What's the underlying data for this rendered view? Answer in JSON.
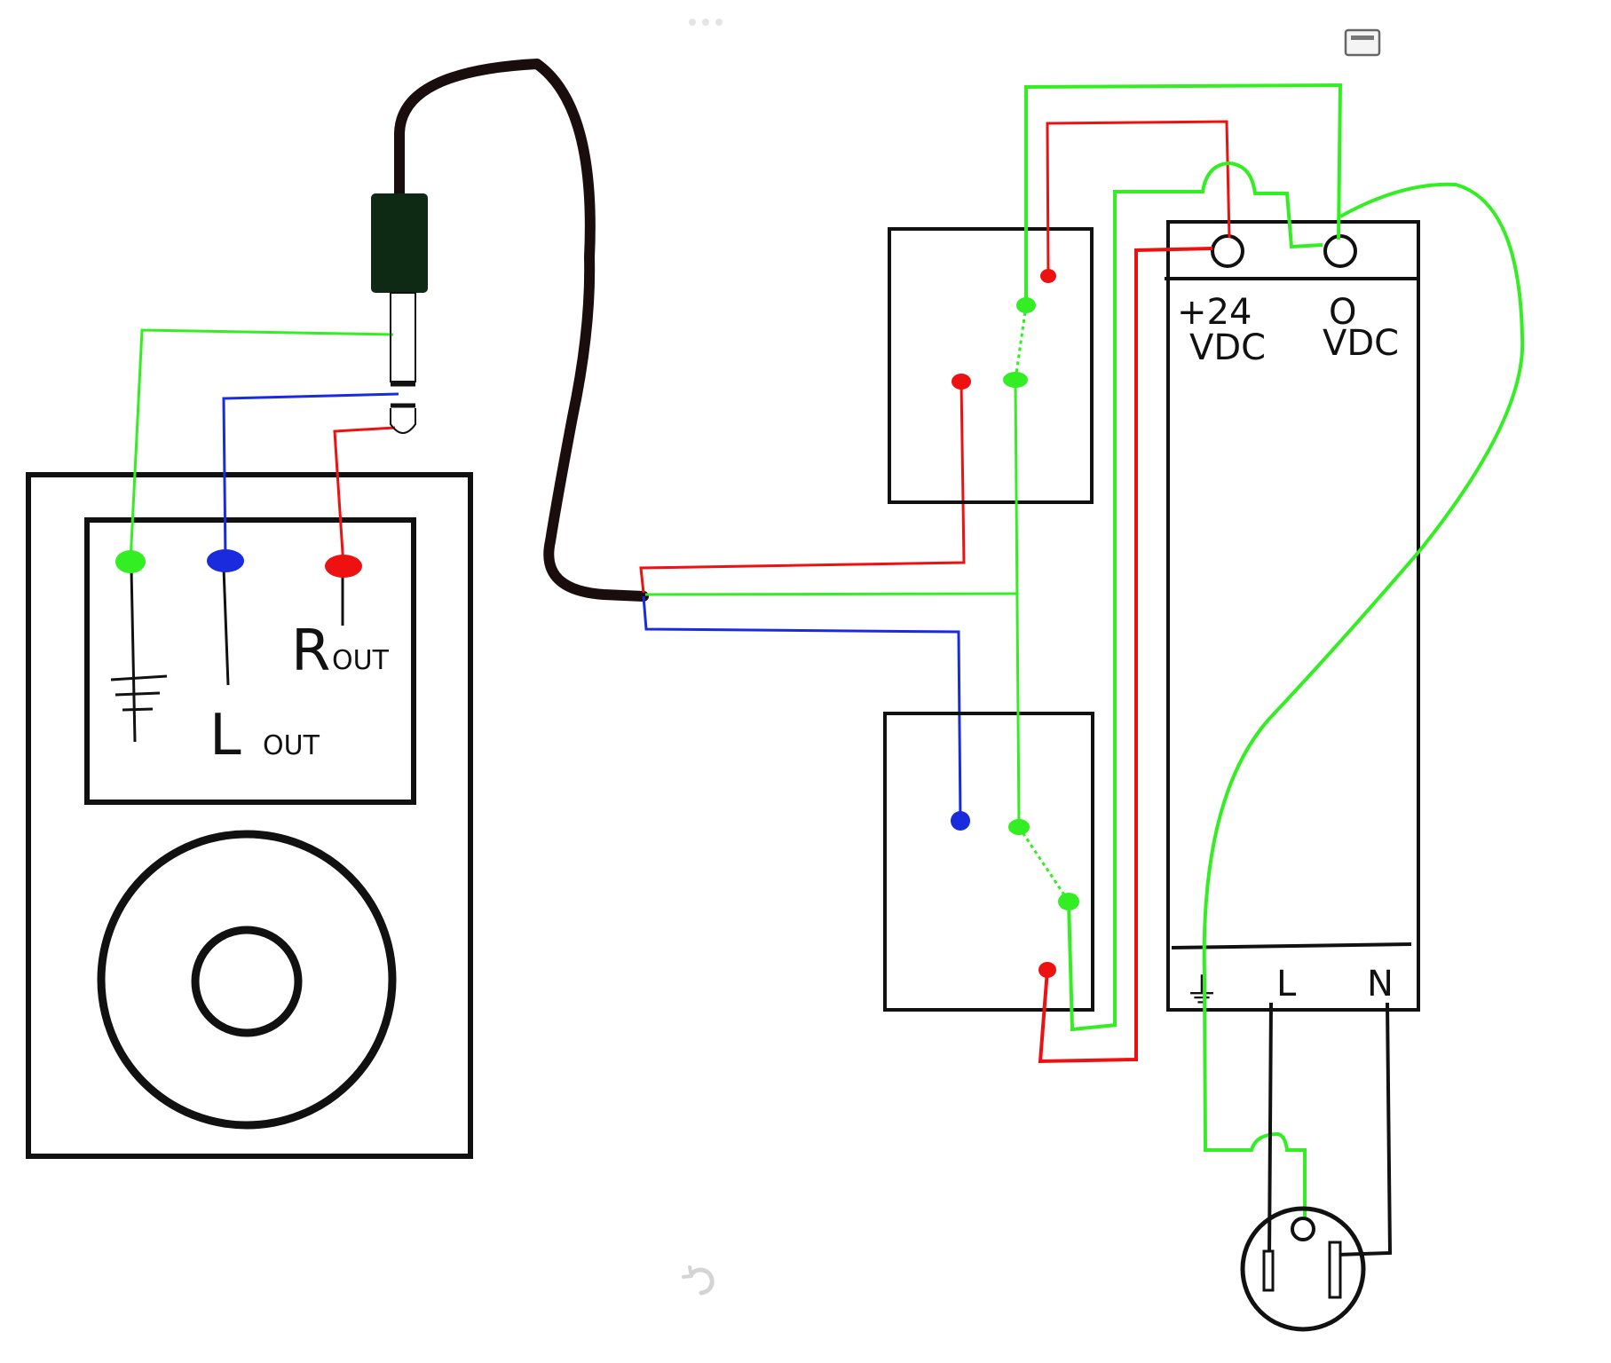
{
  "labels": {
    "ground_symbol": "⏚",
    "l_big": "L",
    "l_sub": "OUT",
    "r_big": "R",
    "r_sub": "OUT",
    "psu_plus": "+24",
    "psu_plus_unit": "VDC",
    "psu_zero": "O",
    "psu_zero_unit": "VDC",
    "psu_ground": "⏚",
    "psu_l": "L",
    "psu_n": "N"
  },
  "colors": {
    "ground_wire": "#33ee22",
    "left_wire": "#1a2bdd",
    "right_wire": "#ee1111",
    "outline": "#111111",
    "cable": "#1a0d0d",
    "plug_body": "#0f2a14"
  },
  "icons": {
    "top_menu": "more-dots-icon",
    "window_toggle": "window-icon",
    "bottom_refresh": "refresh-icon"
  }
}
